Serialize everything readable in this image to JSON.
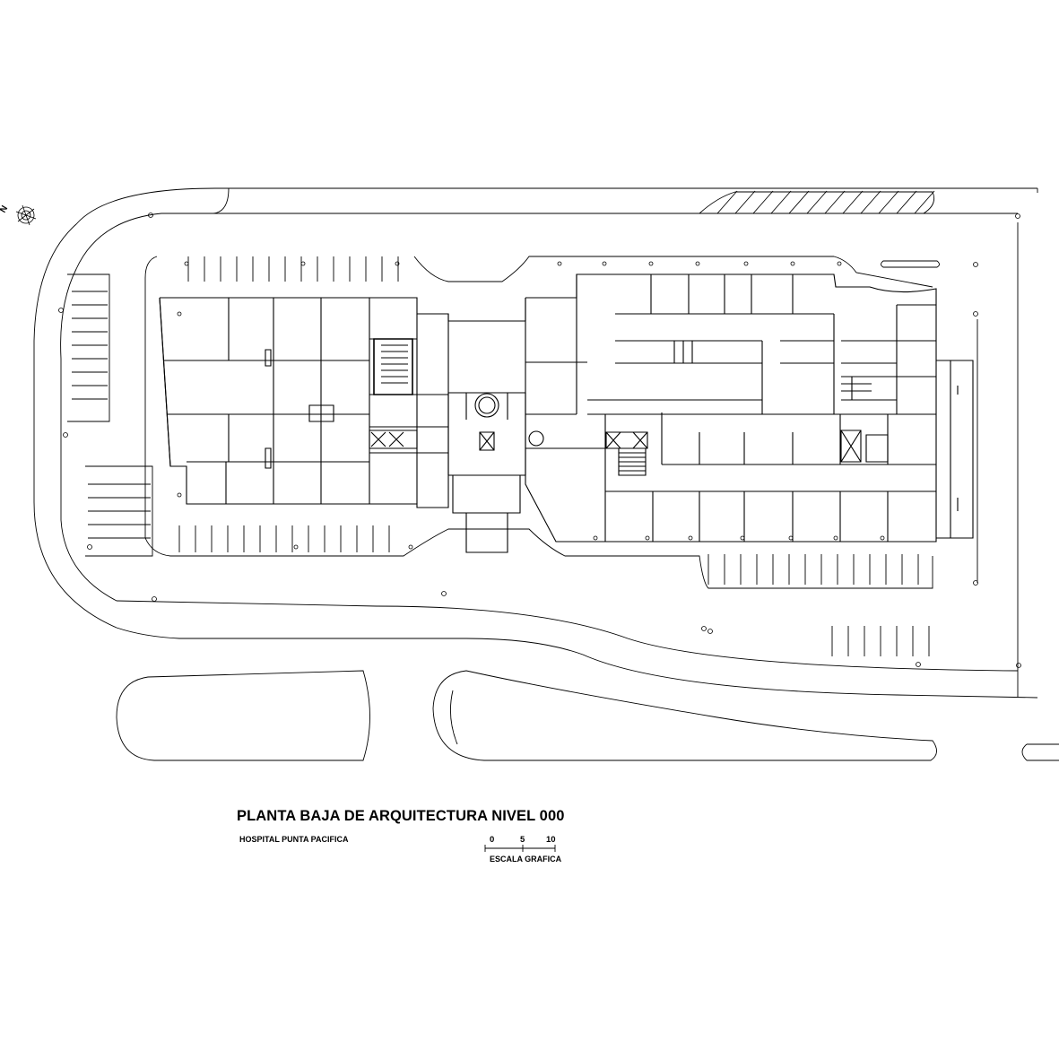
{
  "title": "PLANTA BAJA DE ARQUITECTURA NIVEL 000",
  "subtitle": "HOSPITAL PUNTA PACIFICA",
  "scale": {
    "ticks": [
      "0",
      "5",
      "10"
    ],
    "caption": "ESCALA GRAFICA"
  },
  "north": {
    "letter": "N"
  }
}
